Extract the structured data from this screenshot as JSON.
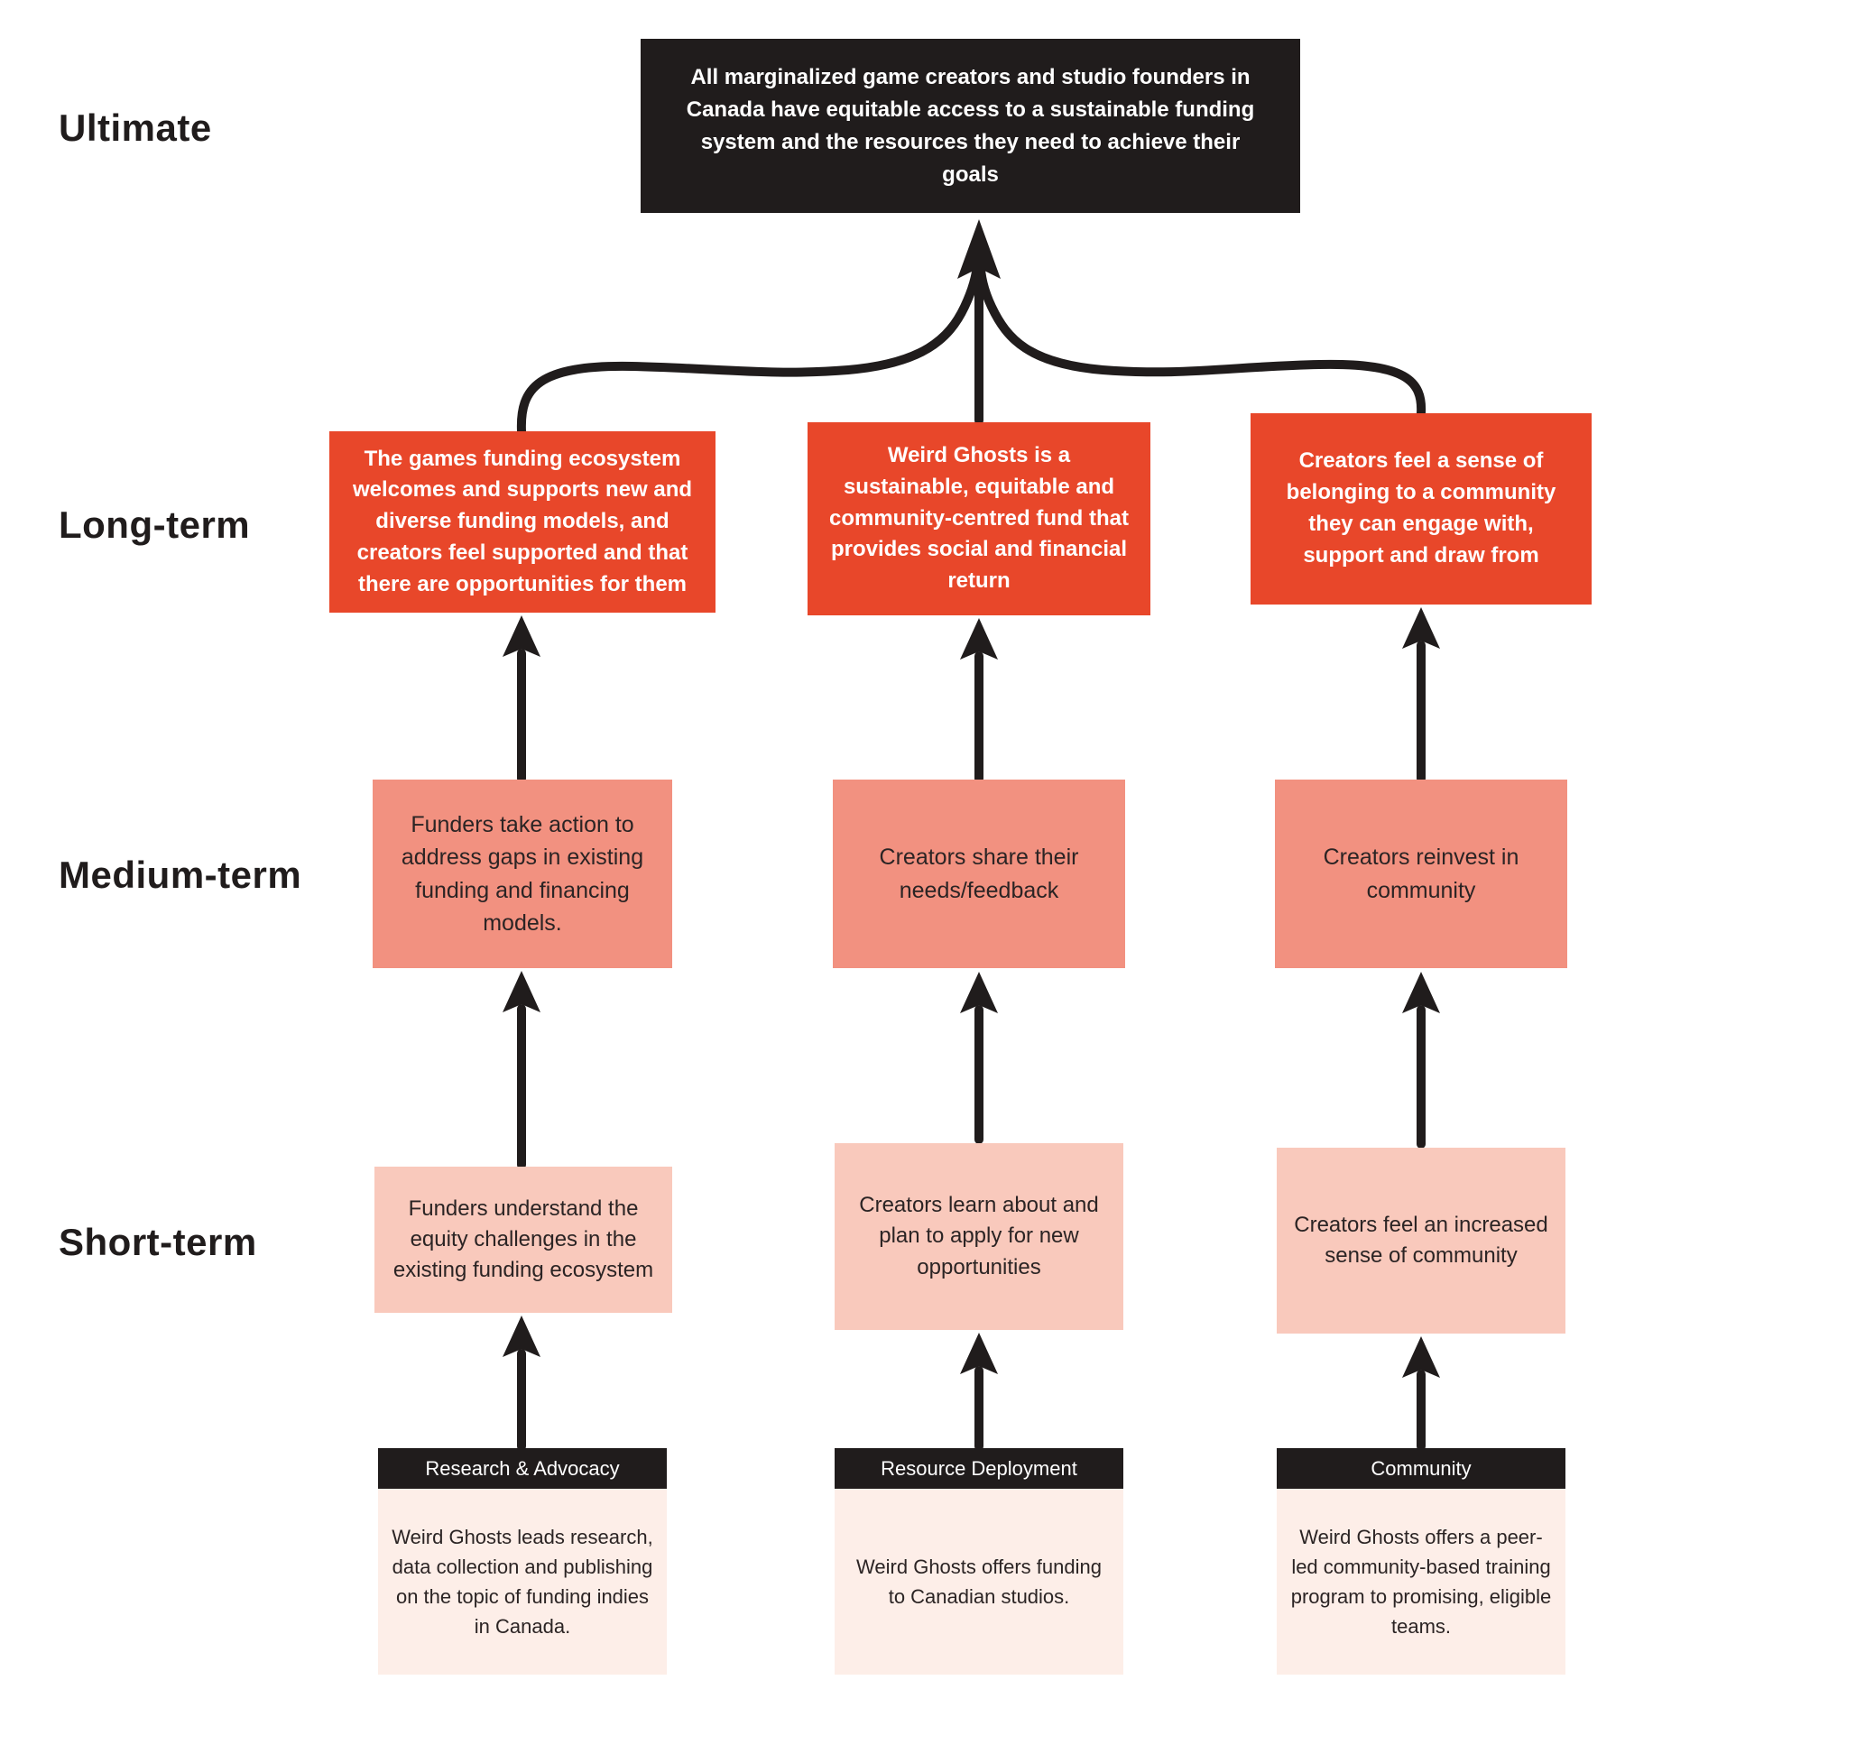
{
  "diagram_type": "theory-of-change-flowchart",
  "row_labels": [
    "Ultimate",
    "Long-term",
    "Medium-term",
    "Short-term"
  ],
  "ultimate_outcome": "All marginalized game creators and studio founders in Canada have equitable access to a sustainable funding system and the resources they need to achieve their goals",
  "streams": [
    {
      "name": "Research & Advocacy",
      "activity": "Weird Ghosts leads research, data collection and publishing on the topic of funding indies in Canada.",
      "short_term": "Funders understand the equity challenges in the existing funding ecosystem",
      "medium_term": "Funders take action to address gaps in existing funding and financing models.",
      "long_term": "The games funding ecosystem welcomes and supports new and diverse funding models, and creators feel supported and that there are opportunities for them"
    },
    {
      "name": "Resource Deployment",
      "activity": "Weird Ghosts offers funding to Canadian studios.",
      "short_term": "Creators learn about and plan to apply for new opportunities",
      "medium_term": "Creators share their needs/feedback",
      "long_term": "Weird Ghosts is a sustainable, equitable and community-centred fund that provides social and financial return"
    },
    {
      "name": "Community",
      "activity": "Weird Ghosts offers a peer-led community-based training program to promising, eligible teams.",
      "short_term": "Creators feel an increased sense of community",
      "medium_term": "Creators reinvest in community",
      "long_term": "Creators feel a sense of belonging to a community they can engage with, support and draw from"
    }
  ],
  "colors": {
    "ink": "#201c1c",
    "ultimate_fill": "#201c1c",
    "long_term_fill": "#e8472a",
    "medium_term_fill": "#f29180",
    "short_term_fill": "#f9c9bc",
    "activity_fill": "#fdeee8",
    "activity_header_fill": "#201c1c",
    "background": "#ffffff"
  }
}
